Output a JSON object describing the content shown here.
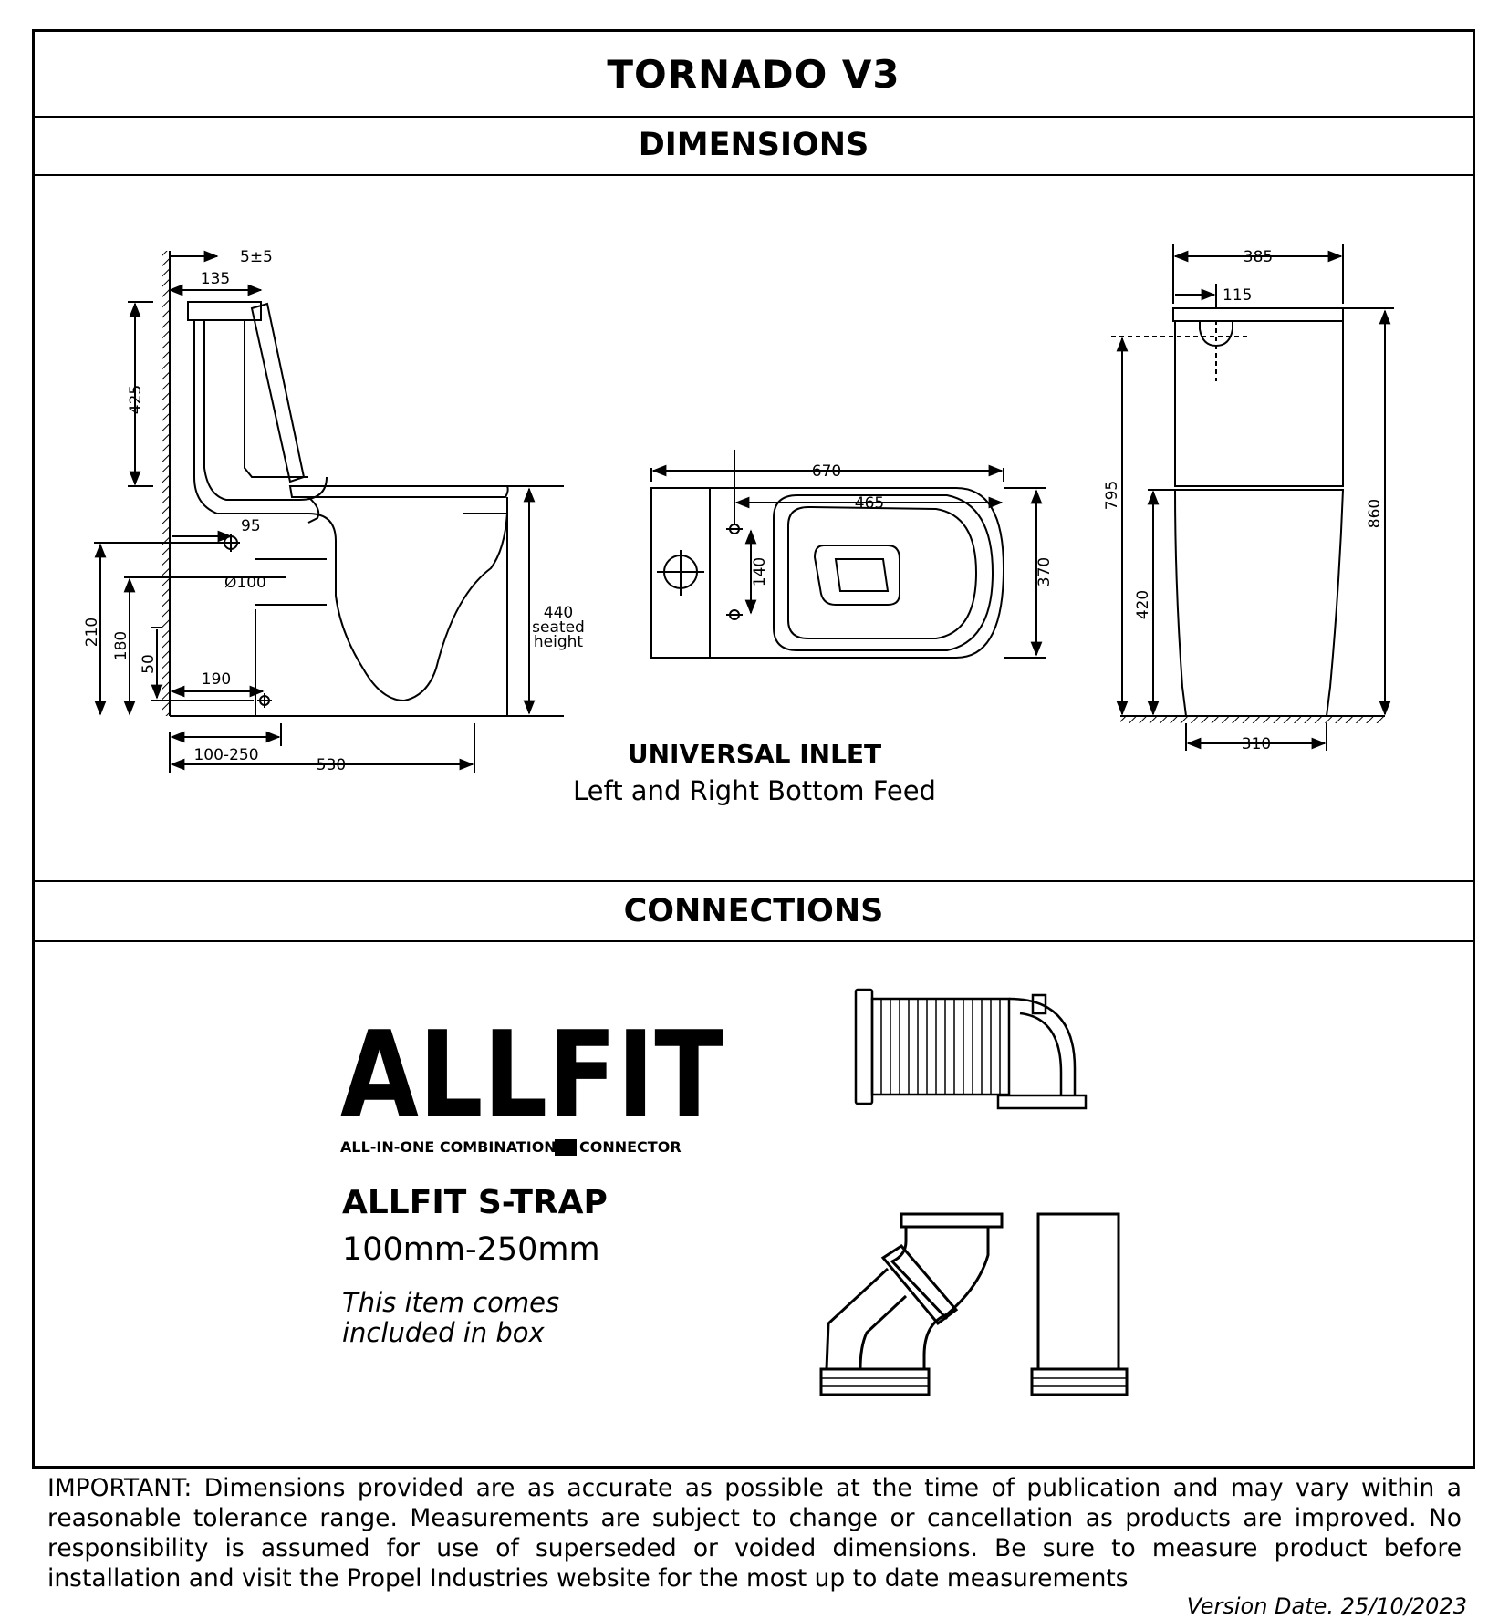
{
  "title": "TORNADO V3",
  "sections": {
    "dimensions": "DIMENSIONS",
    "connections": "CONNECTIONS"
  },
  "side_view": {
    "dims": {
      "d_5pm5": "5±5",
      "d_135": "135",
      "d_425": "425",
      "d_95": "95",
      "d_210": "210",
      "d_180": "180",
      "d_50": "50",
      "d_100": "Ø100",
      "d_190": "190",
      "d_440": "440",
      "seated": "seated",
      "height": "height",
      "d_100_250": "100-250",
      "d_530": "530"
    }
  },
  "top_view": {
    "dims": {
      "d_670": "670",
      "d_465": "465",
      "d_140": "140",
      "d_370": "370"
    }
  },
  "front_view": {
    "dims": {
      "d_385": "385",
      "d_115": "115",
      "d_795": "795",
      "d_420": "420",
      "d_860": "860",
      "d_310": "310"
    }
  },
  "inlet": {
    "title": "UNIVERSAL INLET",
    "subtitle": "Left and Right Bottom Feed"
  },
  "connector": {
    "logo_text": "ALLFIT",
    "logo_tagline_left": "ALL-IN-ONE COMBINATION",
    "logo_tagline_right": "CONNECTOR",
    "name": "ALLFIT S-TRAP",
    "range": "100mm-250mm",
    "note": "This item comes included in box"
  },
  "footer": {
    "label": "IMPORTANT:",
    "text": "Dimensions provided are as accurate as possible at the time of publication and may vary within a reasonable tolerance range. Measurements are subject to change or cancellation as products are improved. No responsibility is assumed for use of superseded or voided dimensions. Be sure to measure product before installation and visit the Propel Industries website for the most up to date measurements",
    "version": "Version Date. 25/10/2023"
  }
}
